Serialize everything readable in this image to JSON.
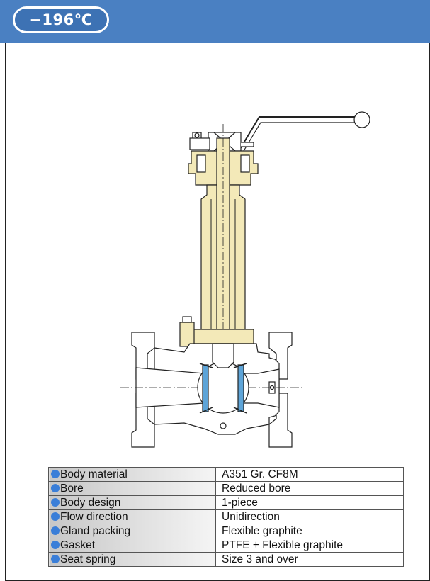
{
  "header": {
    "temperature": "−196℃",
    "band_color": "#4a80c2",
    "pill_color": "#3d72b4"
  },
  "drawing": {
    "body_color": "#ffffff",
    "bonnet_color": "#f3e9b8",
    "seat_color": "#5da4d8"
  },
  "specs": [
    {
      "label": "Body material",
      "value": "A351 Gr. CF8M"
    },
    {
      "label": "Bore",
      "value": "Reduced bore"
    },
    {
      "label": "Body design",
      "value": "1-piece"
    },
    {
      "label": "Flow direction",
      "value": "Unidirection"
    },
    {
      "label": "Gland packing",
      "value": "Flexible graphite"
    },
    {
      "label": "Gasket",
      "value": "PTFE + Flexible graphite"
    },
    {
      "label": "Seat spring",
      "value": "Size 3 and over"
    }
  ],
  "bullet_color": "#3a7ed8"
}
